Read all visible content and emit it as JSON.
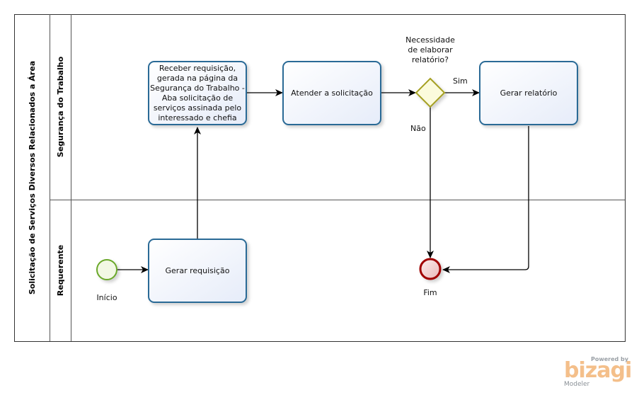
{
  "pool": {
    "title": "Solicitação de Serviços Diversos Relacionados a Área"
  },
  "lanes": [
    {
      "id": "lane-seguranca",
      "label": "Segurança do Trabalho"
    },
    {
      "id": "lane-requerente",
      "label": "Requerente"
    }
  ],
  "events": {
    "start": {
      "label": "Início"
    },
    "end": {
      "label": "Fim"
    }
  },
  "tasks": {
    "gerar_requisicao": {
      "lines": [
        "Gerar requisição"
      ]
    },
    "receber_requisicao": {
      "lines": [
        "Receber requisição,",
        "gerada na página da",
        "Segurança do Trabalho -",
        "Aba solicitação de",
        "serviços assinada pelo",
        "interessado e chefia"
      ]
    },
    "atender": {
      "lines": [
        "Atender a solicitação"
      ]
    },
    "gerar_relatorio": {
      "lines": [
        "Gerar relatório"
      ]
    }
  },
  "gateway": {
    "lines": [
      "Necessidade",
      "de elaborar",
      "relatório?"
    ]
  },
  "flows": {
    "sim": "Sim",
    "nao": "Não"
  },
  "colors": {
    "task_stroke": "#2a6a96",
    "task_fill": "#eef2fb",
    "start_stroke": "#6aa82a",
    "start_fill": "#f2f8e4",
    "end_stroke": "#a00000",
    "end_fill": "#f6d8d8",
    "gateway_stroke": "#a5a024",
    "gateway_fill": "#fbfbdc"
  },
  "branding": {
    "powered_by": "Powered by",
    "name": "bizagi",
    "product": "Modeler"
  }
}
